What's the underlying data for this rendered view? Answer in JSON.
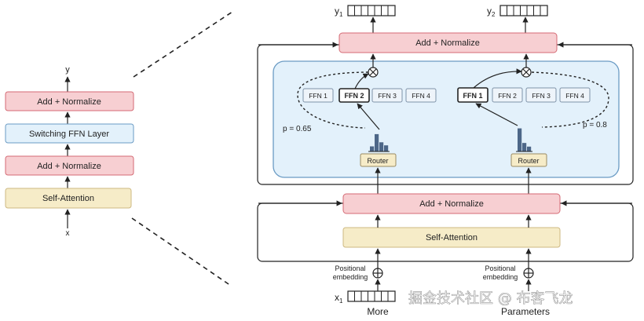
{
  "left": {
    "y_label": "y",
    "x_label": "x",
    "blocks": [
      "Add + Normalize",
      "Switching FFN Layer",
      "Add + Normalize",
      "Self-Attention"
    ]
  },
  "right": {
    "top_norm": "Add + Normalize",
    "mid_norm": "Add + Normalize",
    "self_attention": "Self-Attention",
    "outputs": {
      "y1": "y",
      "y1_sub": "1",
      "y2": "y",
      "y2_sub": "2"
    },
    "inputs": {
      "x1": "x",
      "x1_sub": "1",
      "word1": "More",
      "word2": "Parameters"
    },
    "positional": {
      "line1": "Positional",
      "line2": "embedding"
    },
    "router": "Router",
    "ffn_left": [
      "FFN 1",
      "FFN 2",
      "FFN 3",
      "FFN 4"
    ],
    "ffn_right": [
      "FFN 1",
      "FFN 2",
      "FFN 3",
      "FFN 4"
    ],
    "prob_left": "p = 0.65",
    "prob_right": "p = 0.8",
    "router_bars_left": [
      0.25,
      0.85,
      0.45,
      0.3
    ],
    "router_bars_right": [
      0.95,
      0.35,
      0.2
    ]
  },
  "watermark": "掘金技术社区 @ 布客飞龙",
  "colors": {
    "norm": "#f7cfd2",
    "switch": "#e3f1fb",
    "attention": "#f6ecc8",
    "router_bar": "#4d6788"
  }
}
